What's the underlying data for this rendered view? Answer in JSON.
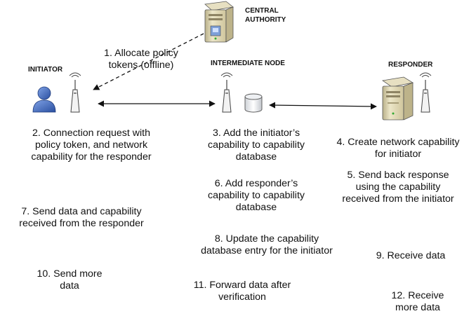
{
  "entities": {
    "central_authority": "CENTRAL\nAUTHORITY",
    "initiator": "INITIATOR",
    "intermediate_node": "INTERMEDIATE NODE",
    "responder": "RESPONDER"
  },
  "steps": {
    "s1": "1. Allocate policy\ntokens (offline)",
    "s2": "2. Connection request with\npolicy token, and network\ncapability for the responder",
    "s3": "3. Add the initiator’s\ncapability to capability\ndatabase",
    "s4": "4. Create network capability\nfor initiator",
    "s5": "5. Send back response\nusing the capability\nreceived from the initiator",
    "s6": "6. Add responder’s\ncapability to capability\ndatabase",
    "s7": "7. Send data and capability\nreceived from the responder",
    "s8": "8. Update the capability\ndatabase entry for the initiator",
    "s9": "9. Receive data",
    "s10": "10. Send more\ndata",
    "s11": "11. Forward data after\nverification",
    "s12": "12. Receive\nmore data"
  },
  "icons": {
    "central_authority": "server-icon",
    "initiator": "user-icon",
    "initiator_device": "wireless-antenna-icon",
    "intermediate_node": "wireless-antenna-icon",
    "capability_database": "database-icon",
    "responder": "server-icon",
    "responder_device": "wireless-antenna-icon"
  },
  "colors": {
    "user": "#3a62b8",
    "server_tan": "#dcd2a8",
    "arrow": "#111111"
  }
}
